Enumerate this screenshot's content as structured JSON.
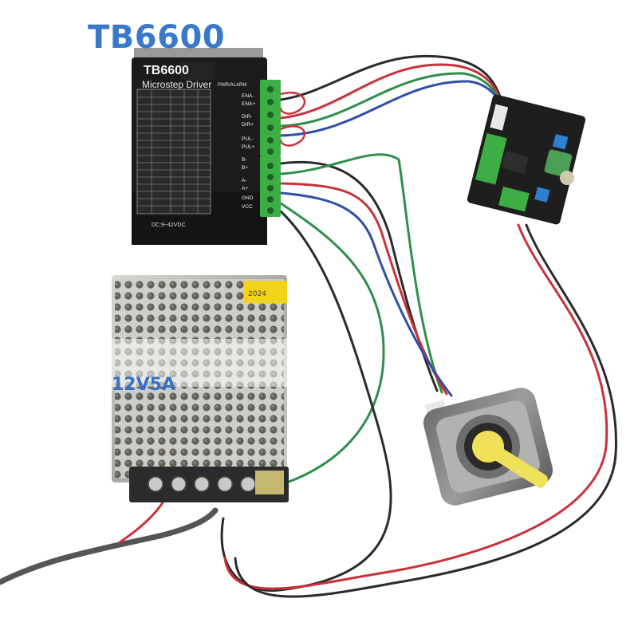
{
  "title": "TB6600",
  "colors": {
    "title": "#3a78c9",
    "driver_body": "#1b1b1b",
    "terminal_green": "#3cae44",
    "psu_label": "#3a6fc7",
    "sticker_yellow": "#f3d21c",
    "shaft_arm_yellow": "#efe15a"
  },
  "driver": {
    "model": "TB6600",
    "subtitle": "Microstep Driver",
    "alarm_label": "PWR/ALARM",
    "voltage": "DC:9~42VDC",
    "pins": [
      "ENA-",
      "ENA+",
      "DIR-",
      "DIR+",
      "PUL-",
      "PUL+",
      "B-",
      "B+",
      "A-",
      "A+",
      "GND",
      "VCC"
    ]
  },
  "power_supply": {
    "label": "12V5A",
    "sticker": "2024"
  }
}
